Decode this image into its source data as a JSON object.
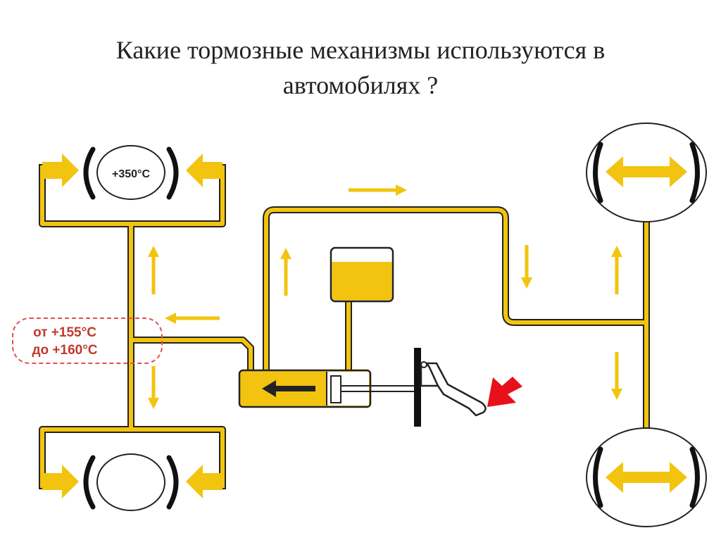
{
  "slide": {
    "title_line1": "Какие тормозные механизмы используются в",
    "title_line2": "автомобилях ?"
  },
  "diagram": {
    "front_wheel_temp": "+350°C",
    "fluid_temp_line1": "от +155°C",
    "fluid_temp_line2": "до +160°C"
  },
  "colors": {
    "pipe": "#f2c40f",
    "pipe_outline": "#222222",
    "arrow": "#f2c40f",
    "pedal_arrow": "#e8101a",
    "temp_border": "#e05050",
    "temp_text": "#c0392b"
  }
}
